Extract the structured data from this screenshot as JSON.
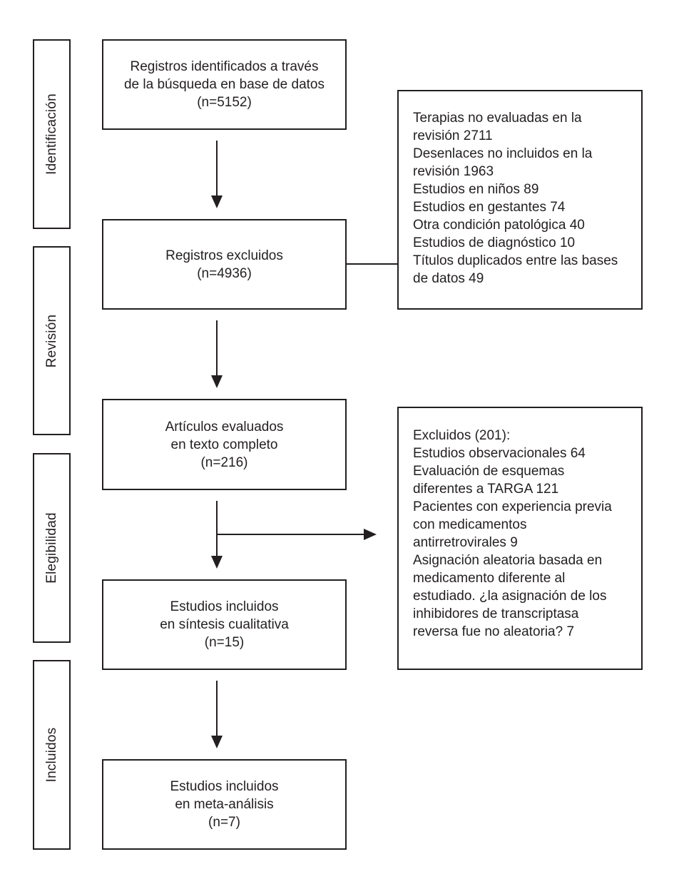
{
  "stages": {
    "identification": "Identificación",
    "review": "Revisión",
    "eligibility": "Elegibilidad",
    "included": "Incluidos"
  },
  "boxes": {
    "identified": [
      "Registros identificados a través",
      "de la búsqueda en base de datos",
      "(n=5152)"
    ],
    "excluded_records": [
      "Registros excluidos",
      "(n=4936)"
    ],
    "full_text": [
      "Artículos evaluados",
      "en texto completo",
      "(n=216)"
    ],
    "qualitative": [
      "Estudios incluidos",
      "en síntesis cualitativa",
      "(n=15)"
    ],
    "meta_analysis": [
      "Estudios incluidos",
      "en meta-análisis",
      "(n=7)"
    ]
  },
  "exclusions_review": [
    "Terapias no evaluadas en la",
    "revisión 2711",
    "Desenlaces no incluidos en la",
    "revisión 1963",
    "Estudios en niños 89",
    "Estudios en gestantes 74",
    "Otra condición patológica 40",
    "Estudios de diagnóstico 10",
    "Títulos duplicados entre las bases",
    "de datos 49"
  ],
  "exclusions_fulltext": [
    "Excluidos (201):",
    "Estudios observacionales 64",
    "Evaluación de esquemas",
    "diferentes a TARGA 121",
    "Pacientes con experiencia previa",
    "con medicamentos",
    "antirretrovirales 9",
    "Asignación aleatoria basada en",
    "medicamento diferente al",
    "estudiado. ¿la asignación de los",
    "inhibidores de transcriptasa",
    "reversa fue no aleatoria? 7"
  ]
}
